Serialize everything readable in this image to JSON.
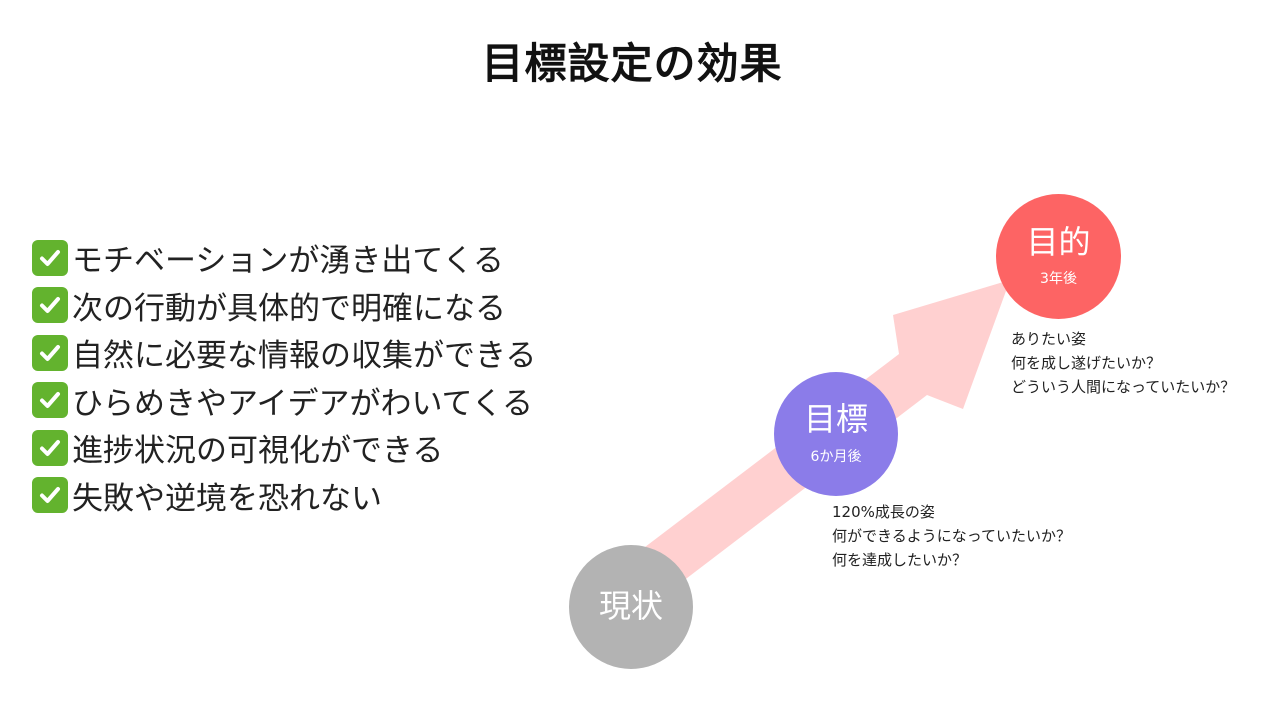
{
  "title": "目標設定の効果",
  "benefits": [
    "モチベーションが湧き出てくる",
    "次の行動が具体的で明確になる",
    "自然に必要な情報の収集ができる",
    "ひらめきやアイデアがわいてくる",
    "進捗状況の可視化ができる",
    "失敗や逆境を恐れない"
  ],
  "check_icon": "white-heavy-check-mark-icon",
  "stages": {
    "current": {
      "label": "現状",
      "color": "#b3b3b3"
    },
    "goal": {
      "label": "目標",
      "sub": "6か月後",
      "color": "#8b7ce9",
      "notes": [
        "120%成長の姿",
        "何ができるようになっていたいか？",
        "何を達成したいか？"
      ]
    },
    "purpose": {
      "label": "目的",
      "sub": "3年後",
      "color": "#fd6464",
      "notes": [
        "ありたい姿",
        "何を成し遂げたいか？",
        "どういう人間になっていたいか？"
      ]
    }
  },
  "colors": {
    "arrow": "#ffd0d0",
    "check_bg": "#63b32e"
  }
}
